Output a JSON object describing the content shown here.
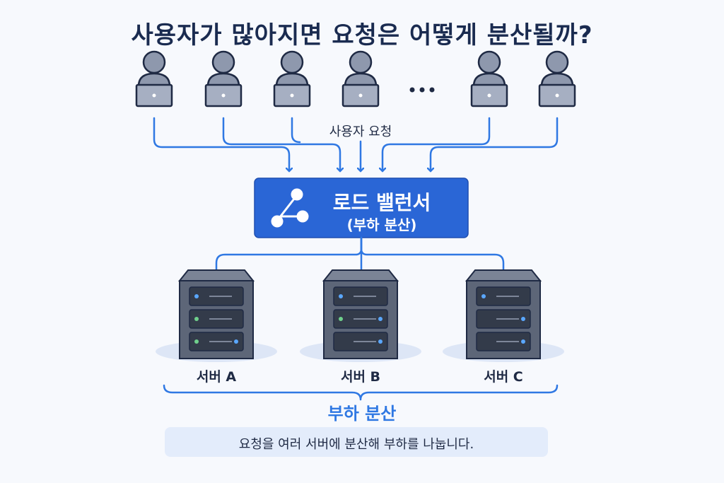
{
  "title": "사용자가 많아지면 요청은 어떻게 분산될까?",
  "users": {
    "ellipsis": "...",
    "request_label": "사용자 요청"
  },
  "load_balancer": {
    "title": "로드 밸런서",
    "subtitle": "(부하 분산)",
    "icon": "share-network-icon"
  },
  "servers": [
    {
      "label": "서버 A"
    },
    {
      "label": "서버 B"
    },
    {
      "label": "서버 C"
    }
  ],
  "distribution_label": "부하 분산",
  "note": "요청을 여러 서버에 분산해 부하를 나눕니다.",
  "colors": {
    "accent": "#2f78e3",
    "lb_fill": "#2a66d6",
    "title_text": "#1a2b50",
    "user_fill": "#8e98ad",
    "server_fill": "#5d6678",
    "note_bg": "#e3ecfb"
  }
}
